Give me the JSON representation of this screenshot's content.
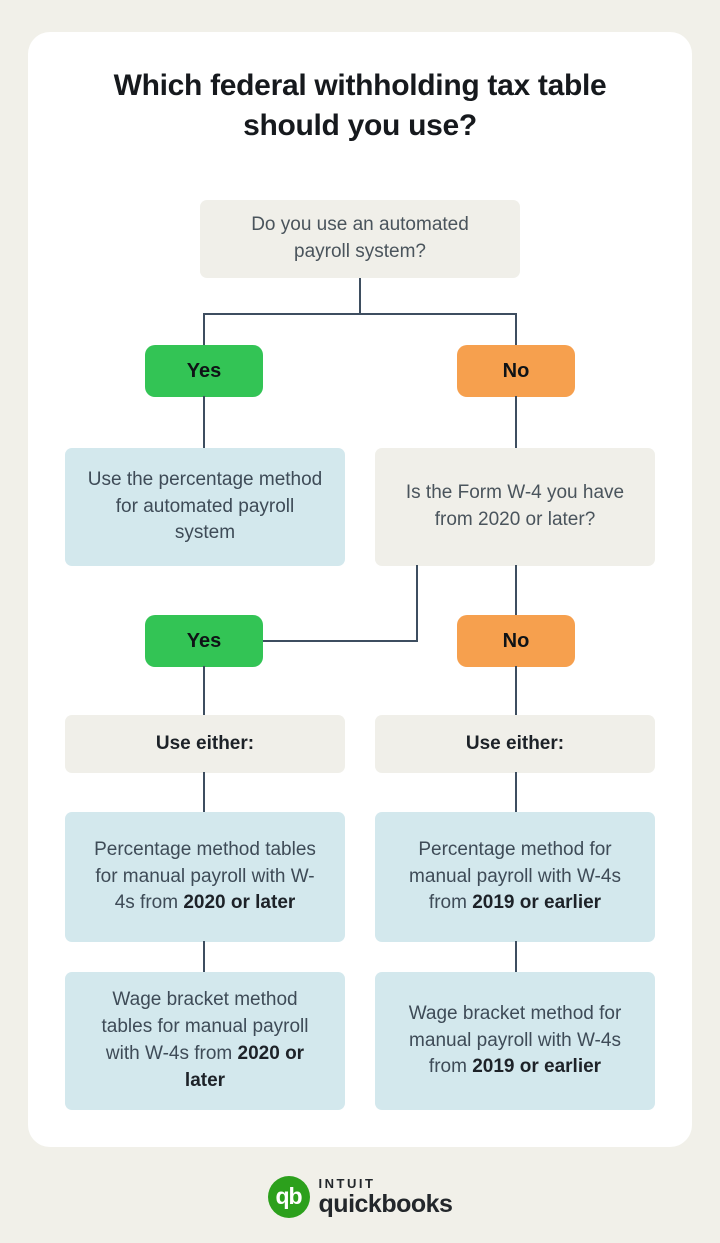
{
  "title": "Which federal withholding tax table should you use?",
  "flow": {
    "q1": "Do you use an automated payroll system?",
    "branch1": {
      "yes": "Yes",
      "no": "No"
    },
    "auto_result": "Use the percentage method for automated payroll system",
    "q2": "Is the Form W-4 you have from 2020 or later?",
    "branch2": {
      "yes": "Yes",
      "no": "No"
    },
    "use_either_left": "Use either:",
    "use_either_right": "Use either:",
    "results": {
      "pct_2020": {
        "text": "Percentage method tables for manual payroll with W-4s from ",
        "bold": "2020 or later"
      },
      "pct_2019": {
        "text": "Percentage method for manual payroll with W-4s from ",
        "bold": "2019 or earlier"
      },
      "wage_2020": {
        "text": "Wage bracket method tables for manual payroll with W-4s from ",
        "bold": "2020 or later"
      },
      "wage_2019": {
        "text": "Wage bracket method for manual payroll with W-4s from ",
        "bold": "2019 or earlier"
      }
    }
  },
  "footer": {
    "monogram": "qb",
    "brand_line1": "INTUIT",
    "brand_line2": "quickbooks"
  },
  "colors": {
    "background": "#f1f0e9",
    "card": "#ffffff",
    "question_box": "#f0efe9",
    "result_box": "#d3e8ed",
    "yes_green": "#33c455",
    "no_orange": "#f6a04e",
    "connector": "#3e4e60",
    "brand_green": "#2ca01c"
  }
}
